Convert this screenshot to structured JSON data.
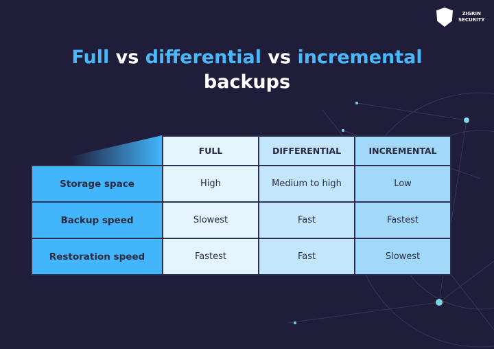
{
  "logo": {
    "line1": "ZIGRIN",
    "line2": "SECURITY"
  },
  "title": {
    "w1": "Full",
    "w2": "vs",
    "w3": "differential",
    "w4": "vs",
    "w5": "incremental",
    "w6": "backups"
  },
  "columns": [
    "FULL",
    "DIFFERENTIAL",
    "INCREMENTAL"
  ],
  "rows": [
    {
      "label": "Storage space",
      "values": [
        "High",
        "Medium to high",
        "Low"
      ]
    },
    {
      "label": "Backup speed",
      "values": [
        "Slowest",
        "Fast",
        "Fastest"
      ]
    },
    {
      "label": "Restoration speed",
      "values": [
        "Fastest",
        "Fast",
        "Slowest"
      ]
    }
  ]
}
